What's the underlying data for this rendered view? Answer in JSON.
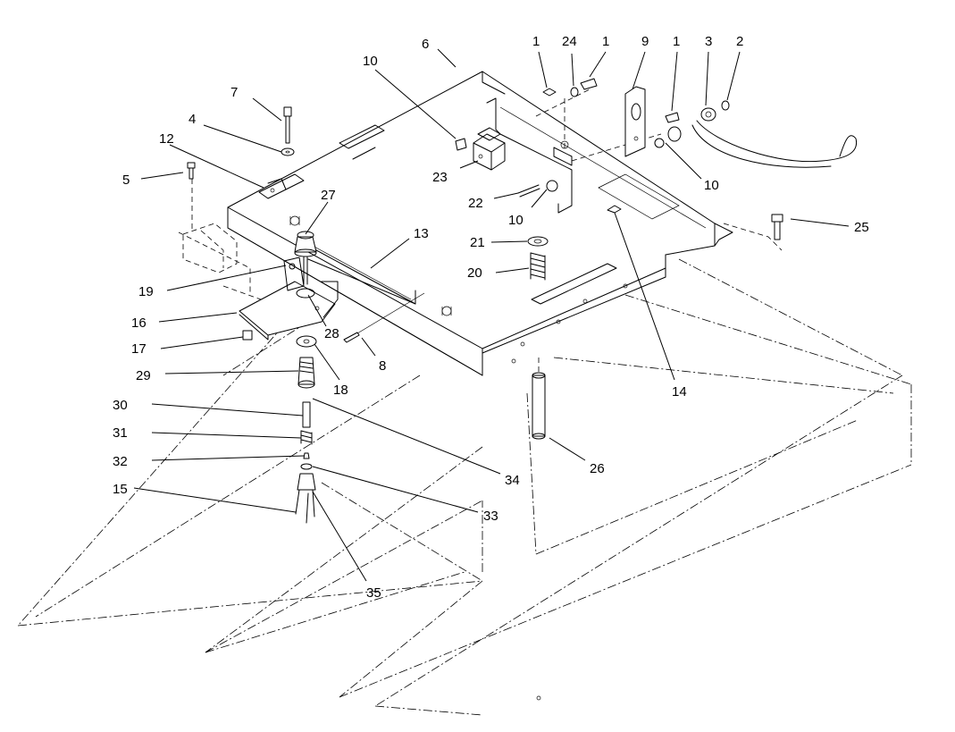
{
  "callouts": [
    {
      "id": "c1a",
      "text": "1"
    },
    {
      "id": "c24",
      "text": "24"
    },
    {
      "id": "c1b",
      "text": "1"
    },
    {
      "id": "c9",
      "text": "9"
    },
    {
      "id": "c1c",
      "text": "1"
    },
    {
      "id": "c3",
      "text": "3"
    },
    {
      "id": "c2",
      "text": "2"
    },
    {
      "id": "c6",
      "text": "6"
    },
    {
      "id": "c10a",
      "text": "10"
    },
    {
      "id": "c7",
      "text": "7"
    },
    {
      "id": "c4",
      "text": "4"
    },
    {
      "id": "c12",
      "text": "12"
    },
    {
      "id": "c5",
      "text": "5"
    },
    {
      "id": "c23",
      "text": "23"
    },
    {
      "id": "c22",
      "text": "22"
    },
    {
      "id": "c10b",
      "text": "10"
    },
    {
      "id": "c10c",
      "text": "10"
    },
    {
      "id": "c27",
      "text": "27"
    },
    {
      "id": "c13",
      "text": "13"
    },
    {
      "id": "c21",
      "text": "21"
    },
    {
      "id": "c25",
      "text": "25"
    },
    {
      "id": "c20",
      "text": "20"
    },
    {
      "id": "c19",
      "text": "19"
    },
    {
      "id": "c16",
      "text": "16"
    },
    {
      "id": "c28",
      "text": "28"
    },
    {
      "id": "c17",
      "text": "17"
    },
    {
      "id": "c8",
      "text": "8"
    },
    {
      "id": "c18",
      "text": "18"
    },
    {
      "id": "c29",
      "text": "29"
    },
    {
      "id": "c14",
      "text": "14"
    },
    {
      "id": "c30",
      "text": "30"
    },
    {
      "id": "c31",
      "text": "31"
    },
    {
      "id": "c34",
      "text": "34"
    },
    {
      "id": "c26",
      "text": "26"
    },
    {
      "id": "c32",
      "text": "32"
    },
    {
      "id": "c15",
      "text": "15"
    },
    {
      "id": "c33",
      "text": "33"
    },
    {
      "id": "c35",
      "text": "35"
    }
  ]
}
